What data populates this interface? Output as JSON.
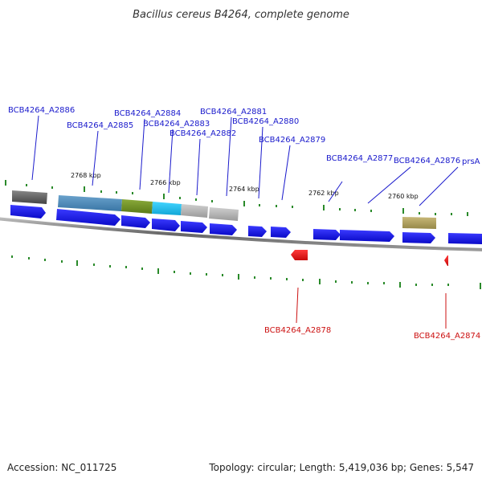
{
  "title": "Bacillus cereus B4264, complete genome",
  "footer": {
    "accession": "Accession: NC_011725",
    "topology": "Topology: circular; Length: 5,419,036 bp; Genes: 5,547"
  },
  "colors": {
    "forward_gene": "#1010ee",
    "reverse_gene": "#ee1111",
    "label_forward": "#1a1acc",
    "label_reverse": "#cc1111",
    "tick": "#2a8a2a",
    "backbone": "#7a7a7a"
  },
  "tick_labels": [
    "2768 kbp",
    "2766 kbp",
    "2764 kbp",
    "2762 kbp",
    "2760 kbp"
  ],
  "forward_gene_labels": [
    "BCB4264_A2886",
    "BCB4264_A2885",
    "BCB4264_A2884",
    "BCB4264_A2883",
    "BCB4264_A2882",
    "BCB4264_A2881",
    "BCB4264_A2880",
    "BCB4264_A2879",
    "BCB4264_A2877",
    "BCB4264_A2876",
    "prsA"
  ],
  "reverse_gene_labels": [
    "BCB4264_A2878",
    "BCB4264_A2874"
  ],
  "cog_colors": [
    "#606060",
    "#4a86b0",
    "#6a8a22",
    "#18b6e0",
    "#a8a8a8",
    "#bcbcbc",
    "#a89a5a"
  ]
}
